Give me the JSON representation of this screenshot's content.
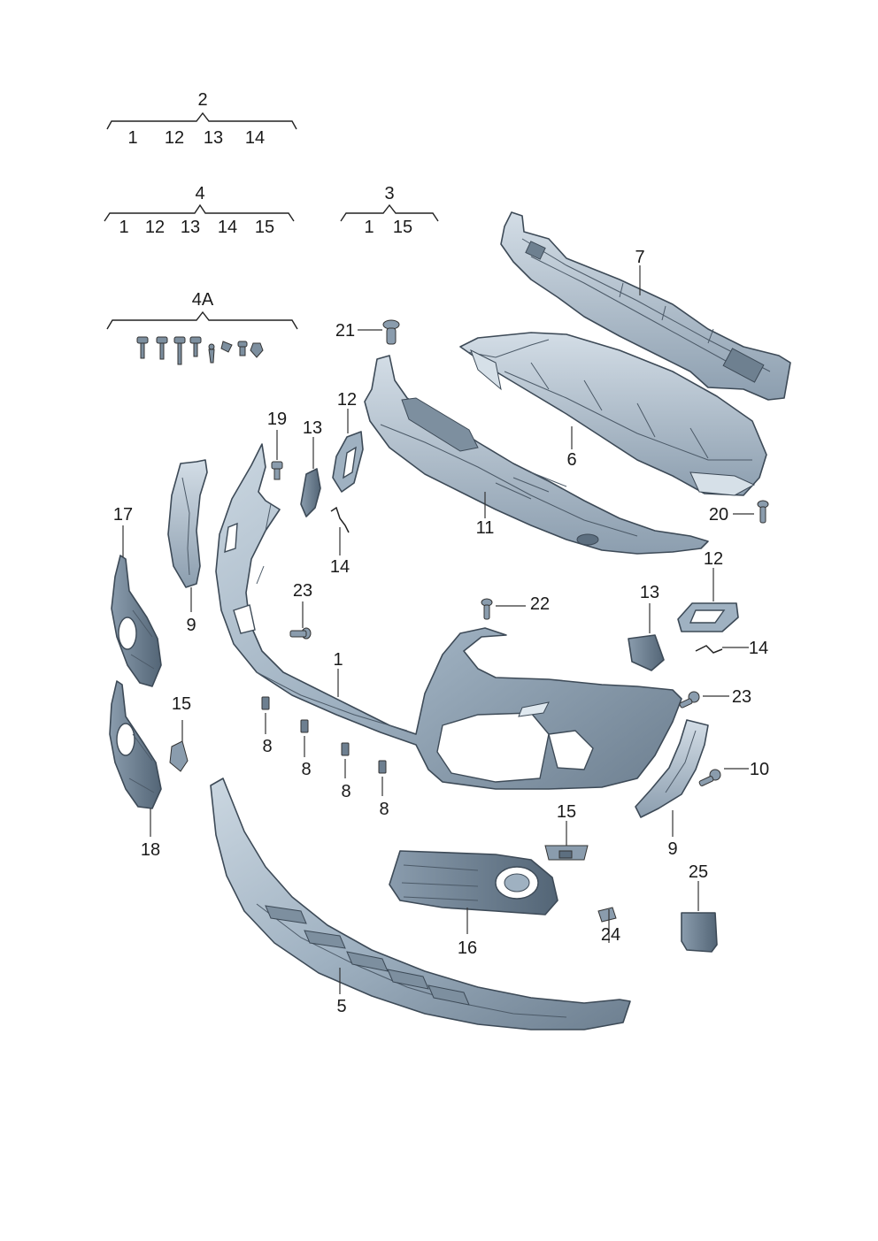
{
  "groups": {
    "g2": {
      "title": "2",
      "items": [
        "1",
        "12",
        "13",
        "14"
      ]
    },
    "g4": {
      "title": "4",
      "items": [
        "1",
        "12",
        "13",
        "14",
        "15"
      ]
    },
    "g3": {
      "title": "3",
      "items": [
        "1",
        "15"
      ]
    },
    "g4a": {
      "title": "4A"
    }
  },
  "callouts": {
    "c7": "7",
    "c21": "21",
    "c6": "6",
    "c12a": "12",
    "c19": "19",
    "c13a": "13",
    "c17": "17",
    "c11": "11",
    "c20": "20",
    "c14a": "14",
    "c9a": "9",
    "c23a": "23",
    "c22": "22",
    "c13b": "13",
    "c12b": "12",
    "c14b": "14",
    "c1": "1",
    "c15a": "15",
    "c23b": "23",
    "c8a": "8",
    "c8b": "8",
    "c8c": "8",
    "c8d": "8",
    "c10": "10",
    "c18": "18",
    "c15b": "15",
    "c9b": "9",
    "c25": "25",
    "c16": "16",
    "c24": "24",
    "c5": "5"
  },
  "colors": {
    "part_fill_light": "#b7c6d3",
    "part_fill_mid": "#95a7b7",
    "part_fill_dark": "#5d6f80",
    "outline": "#3d4a57"
  }
}
